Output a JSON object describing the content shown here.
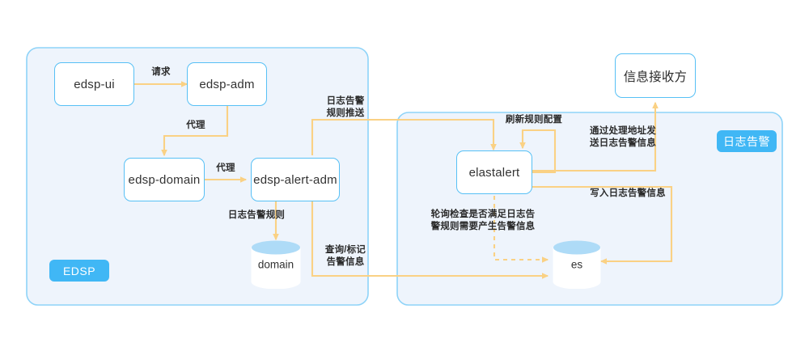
{
  "diagram": {
    "title_domain": "architecture-flow",
    "colors": {
      "panel_border": "#8ED3F8",
      "panel_fill": "#EEF4FC",
      "node_border": "#57C0F5",
      "arrow": "#FAD184",
      "badge": "#40B7F5",
      "cylinder_top": "#AEDBF7",
      "text": "#2b2b2b"
    },
    "panels": [
      {
        "id": "edsp",
        "badge": "EDSP"
      },
      {
        "id": "log-alert",
        "badge": "日志告警"
      }
    ],
    "nodes": [
      {
        "id": "edsp-ui",
        "label": "edsp-ui"
      },
      {
        "id": "edsp-adm",
        "label": "edsp-adm"
      },
      {
        "id": "edsp-domain",
        "label": "edsp-domain"
      },
      {
        "id": "edsp-alert-adm",
        "label": "edsp-alert-adm"
      },
      {
        "id": "elastalert",
        "label": "elastalert"
      },
      {
        "id": "receiver",
        "label": "信息接收方"
      }
    ],
    "datastores": [
      {
        "id": "domain-db",
        "label": "domain"
      },
      {
        "id": "es-db",
        "label": "es"
      }
    ],
    "edges": [
      {
        "id": "req",
        "from": "edsp-ui",
        "to": "edsp-adm",
        "label": "请求",
        "style": "solid"
      },
      {
        "id": "proxy-1",
        "from": "edsp-adm",
        "to": "edsp-domain",
        "label": "代理",
        "style": "solid"
      },
      {
        "id": "proxy-2",
        "from": "edsp-domain",
        "to": "edsp-alert-adm",
        "label": "代理",
        "style": "solid"
      },
      {
        "id": "alert-rule",
        "from": "edsp-alert-adm",
        "to": "domain-db",
        "label": "日志告警规则",
        "style": "solid"
      },
      {
        "id": "rule-push",
        "from": "edsp-alert-adm",
        "to": "elastalert",
        "label": "日志告警\n规则推送",
        "style": "solid"
      },
      {
        "id": "query-mark",
        "from": "edsp-alert-adm",
        "to": "es-db",
        "label": "查询/标记\n告警信息",
        "style": "solid"
      },
      {
        "id": "refresh-rule",
        "from": "elastalert",
        "to": "elastalert",
        "label": "刷新规则配置",
        "style": "solid"
      },
      {
        "id": "send-alert",
        "from": "elastalert",
        "to": "receiver",
        "label": "通过处理地址发\n送日志告警信息",
        "style": "solid"
      },
      {
        "id": "write-alert",
        "from": "elastalert",
        "to": "es-db",
        "label": "写入日志告警信息",
        "style": "solid"
      },
      {
        "id": "poll-check",
        "from": "elastalert",
        "to": "es-db",
        "label": "轮询检查是否满足日志告\n警规则需要产生告警信息",
        "style": "dashed"
      }
    ]
  }
}
